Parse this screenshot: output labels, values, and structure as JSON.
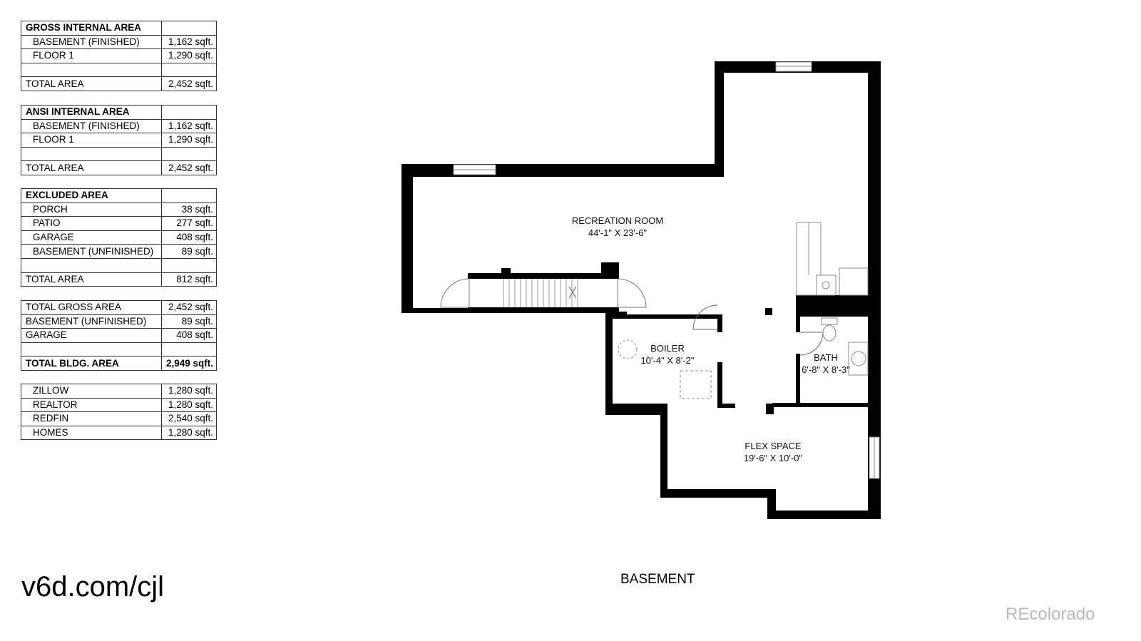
{
  "tables": [
    {
      "rows": [
        {
          "label": "GROSS INTERNAL AREA",
          "value": "",
          "style": "hdr"
        },
        {
          "label": "BASEMENT (FINISHED)",
          "value": "1,162 sqft.",
          "style": "ind"
        },
        {
          "label": "FLOOR 1",
          "value": "1,290 sqft.",
          "style": "ind"
        },
        {
          "label": "",
          "value": "",
          "style": ""
        },
        {
          "label": "TOTAL AREA",
          "value": "2,452 sqft.",
          "style": ""
        }
      ]
    },
    {
      "rows": [
        {
          "label": "ANSI INTERNAL AREA",
          "value": "",
          "style": "hdr"
        },
        {
          "label": "BASEMENT (FINISHED)",
          "value": "1,162 sqft.",
          "style": "ind"
        },
        {
          "label": "FLOOR 1",
          "value": "1,290 sqft.",
          "style": "ind"
        },
        {
          "label": "",
          "value": "",
          "style": ""
        },
        {
          "label": "TOTAL AREA",
          "value": "2,452 sqft.",
          "style": ""
        }
      ]
    },
    {
      "rows": [
        {
          "label": "EXCLUDED AREA",
          "value": "",
          "style": "hdr"
        },
        {
          "label": "PORCH",
          "value": "38 sqft.",
          "style": "ind"
        },
        {
          "label": "PATIO",
          "value": "277 sqft.",
          "style": "ind"
        },
        {
          "label": "GARAGE",
          "value": "408 sqft.",
          "style": "ind"
        },
        {
          "label": "BASEMENT (UNFINISHED)",
          "value": "89 sqft.",
          "style": "ind"
        },
        {
          "label": "",
          "value": "",
          "style": ""
        },
        {
          "label": "TOTAL AREA",
          "value": "812 sqft.",
          "style": ""
        }
      ]
    },
    {
      "rows": [
        {
          "label": "TOTAL GROSS AREA",
          "value": "2,452 sqft.",
          "style": ""
        },
        {
          "label": "BASEMENT (UNFINISHED)",
          "value": "89 sqft.",
          "style": ""
        },
        {
          "label": "GARAGE",
          "value": "408 sqft.",
          "style": ""
        },
        {
          "label": "",
          "value": "",
          "style": ""
        },
        {
          "label": "TOTAL BLDG. AREA",
          "value": "2,949 sqft.",
          "style": "hdr"
        }
      ]
    },
    {
      "rows": [
        {
          "label": "ZILLOW",
          "value": "1,280 sqft.",
          "style": "ind"
        },
        {
          "label": "REALTOR",
          "value": "1,280 sqft.",
          "style": "ind"
        },
        {
          "label": "REDFIN",
          "value": "2,540 sqft.",
          "style": "ind"
        },
        {
          "label": "HOMES",
          "value": "1,280 sqft.",
          "style": "ind"
        }
      ]
    }
  ],
  "rooms": {
    "recreation": {
      "name": "RECREATION ROOM",
      "dims": "44'-1\" X 23'-6\""
    },
    "boiler": {
      "name": "BOILER",
      "dims": "10'-4\" X 8'-2\""
    },
    "bath": {
      "name": "BATH",
      "dims": "6'-8\" X 8'-3\""
    },
    "flex": {
      "name": "FLEX SPACE",
      "dims": "19'-6\" X 10'-0\""
    }
  },
  "floor_label": "BASEMENT",
  "url": "v6d.com/cjl",
  "watermark": "REcolorado"
}
